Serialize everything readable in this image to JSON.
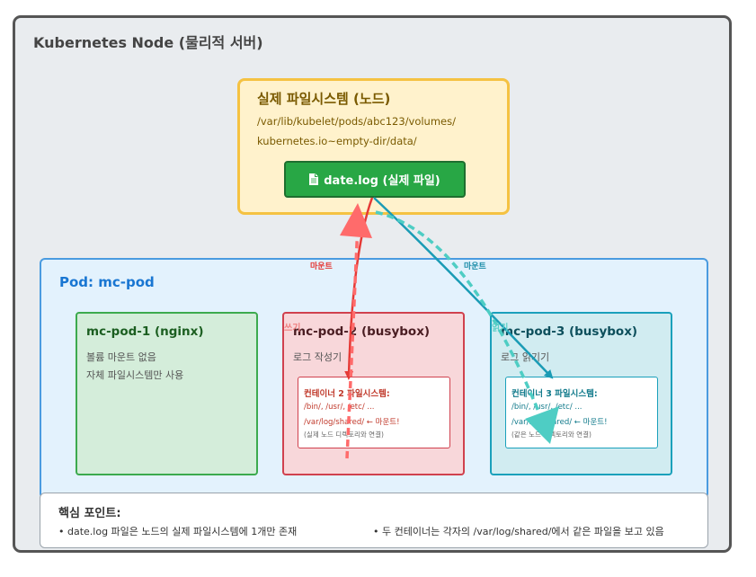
{
  "node": {
    "title": "Kubernetes Node (물리적 서버)"
  },
  "filesystem": {
    "title": "실제 파일시스템 (노드)",
    "path_line1": "/var/lib/kubelet/pods/abc123/volumes/",
    "path_line2": "kubernetes.io~empty-dir/data/",
    "file": {
      "label": "date.log (실제 파일)",
      "icon": "document-icon"
    }
  },
  "pod": {
    "title": "Pod: mc-pod"
  },
  "containers": [
    {
      "title": "mc-pod-1 (nginx)",
      "desc1": "볼륨 마운트 없음",
      "desc2": "자체 파일시스템만 사용"
    },
    {
      "title": "mc-pod-2 (busybox)",
      "desc1": "로그 작성기",
      "fs_title": "컨테이너 2 파일시스템:",
      "fs_line1": "/bin/, /usr/, /etc/ ...",
      "fs_line2": "/var/log/shared/ ← 마운트!",
      "fs_note": "(실제 노드 디렉토리와 연결)"
    },
    {
      "title": "mc-pod-3 (busybox)",
      "desc1": "로그 읽기기",
      "fs_title": "컨테이너 3 파일시스템:",
      "fs_line1": "/bin/, /usr/, /etc/ ...",
      "fs_line2": "/var/log/shared/ ← 마운트!",
      "fs_note": "(같은 노드 디렉토리와 연결)"
    }
  ],
  "arrows": {
    "mount_left": "마운트",
    "mount_right": "마운트",
    "write": "쓰기",
    "read": "읽기",
    "colors": {
      "red": "#e53935",
      "red_light": "#ff6b6b",
      "teal": "#1a9bb5",
      "teal_light": "#4ecdc4"
    }
  },
  "key_points": {
    "title": "핵심 포인트:",
    "point1": "• date.log 파일은 노드의 실제 파일시스템에 1개만 존재",
    "point2": "• 두 컨테이너는 각자의 /var/log/shared/에서 같은 파일을 보고 있음"
  }
}
